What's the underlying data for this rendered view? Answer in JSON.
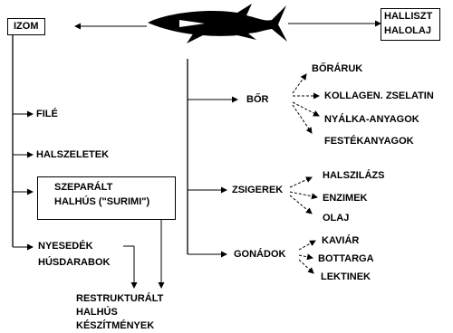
{
  "nodes": {
    "izom": "IZOM",
    "halliszt": "HALLISZT",
    "halolaj": "HALOLAJ",
    "file": "FILÉ",
    "halszeletek": "HALSZELETEK",
    "szeparalt1": "SZEPARÁLT",
    "szeparalt2": "HALHÚS (\"SURIMI\")",
    "nyesedek": "NYESEDÉK",
    "husdarabok": "HÚSDARABOK",
    "restruk1": "RESTRUKTURÁLT",
    "restruk2": "HALHÚS",
    "restruk3": "KÉSZÍTMÉNYEK",
    "bor": "BŐR",
    "borarauk": "BŐRÁRUK",
    "kollagen": "KOLLAGEN. ZSELATIN",
    "nyalka": "NYÁLKA-ANYAGOK",
    "festek": "FESTÉKANYAGOK",
    "zsigerek": "ZSIGEREK",
    "halszilazs": "HALSZILÁZS",
    "enzimek": "ENZIMEK",
    "olaj": "OLAJ",
    "gonadok": "GONÁDOK",
    "kaviar": "KAVIÁR",
    "bottarga": "BOTTARGA",
    "lektinek": "LEKTINEK"
  },
  "colors": {
    "ink": "#000000",
    "background": "#ffffff"
  },
  "icons": {
    "fish": "tuna-fish-silhouette-icon"
  }
}
